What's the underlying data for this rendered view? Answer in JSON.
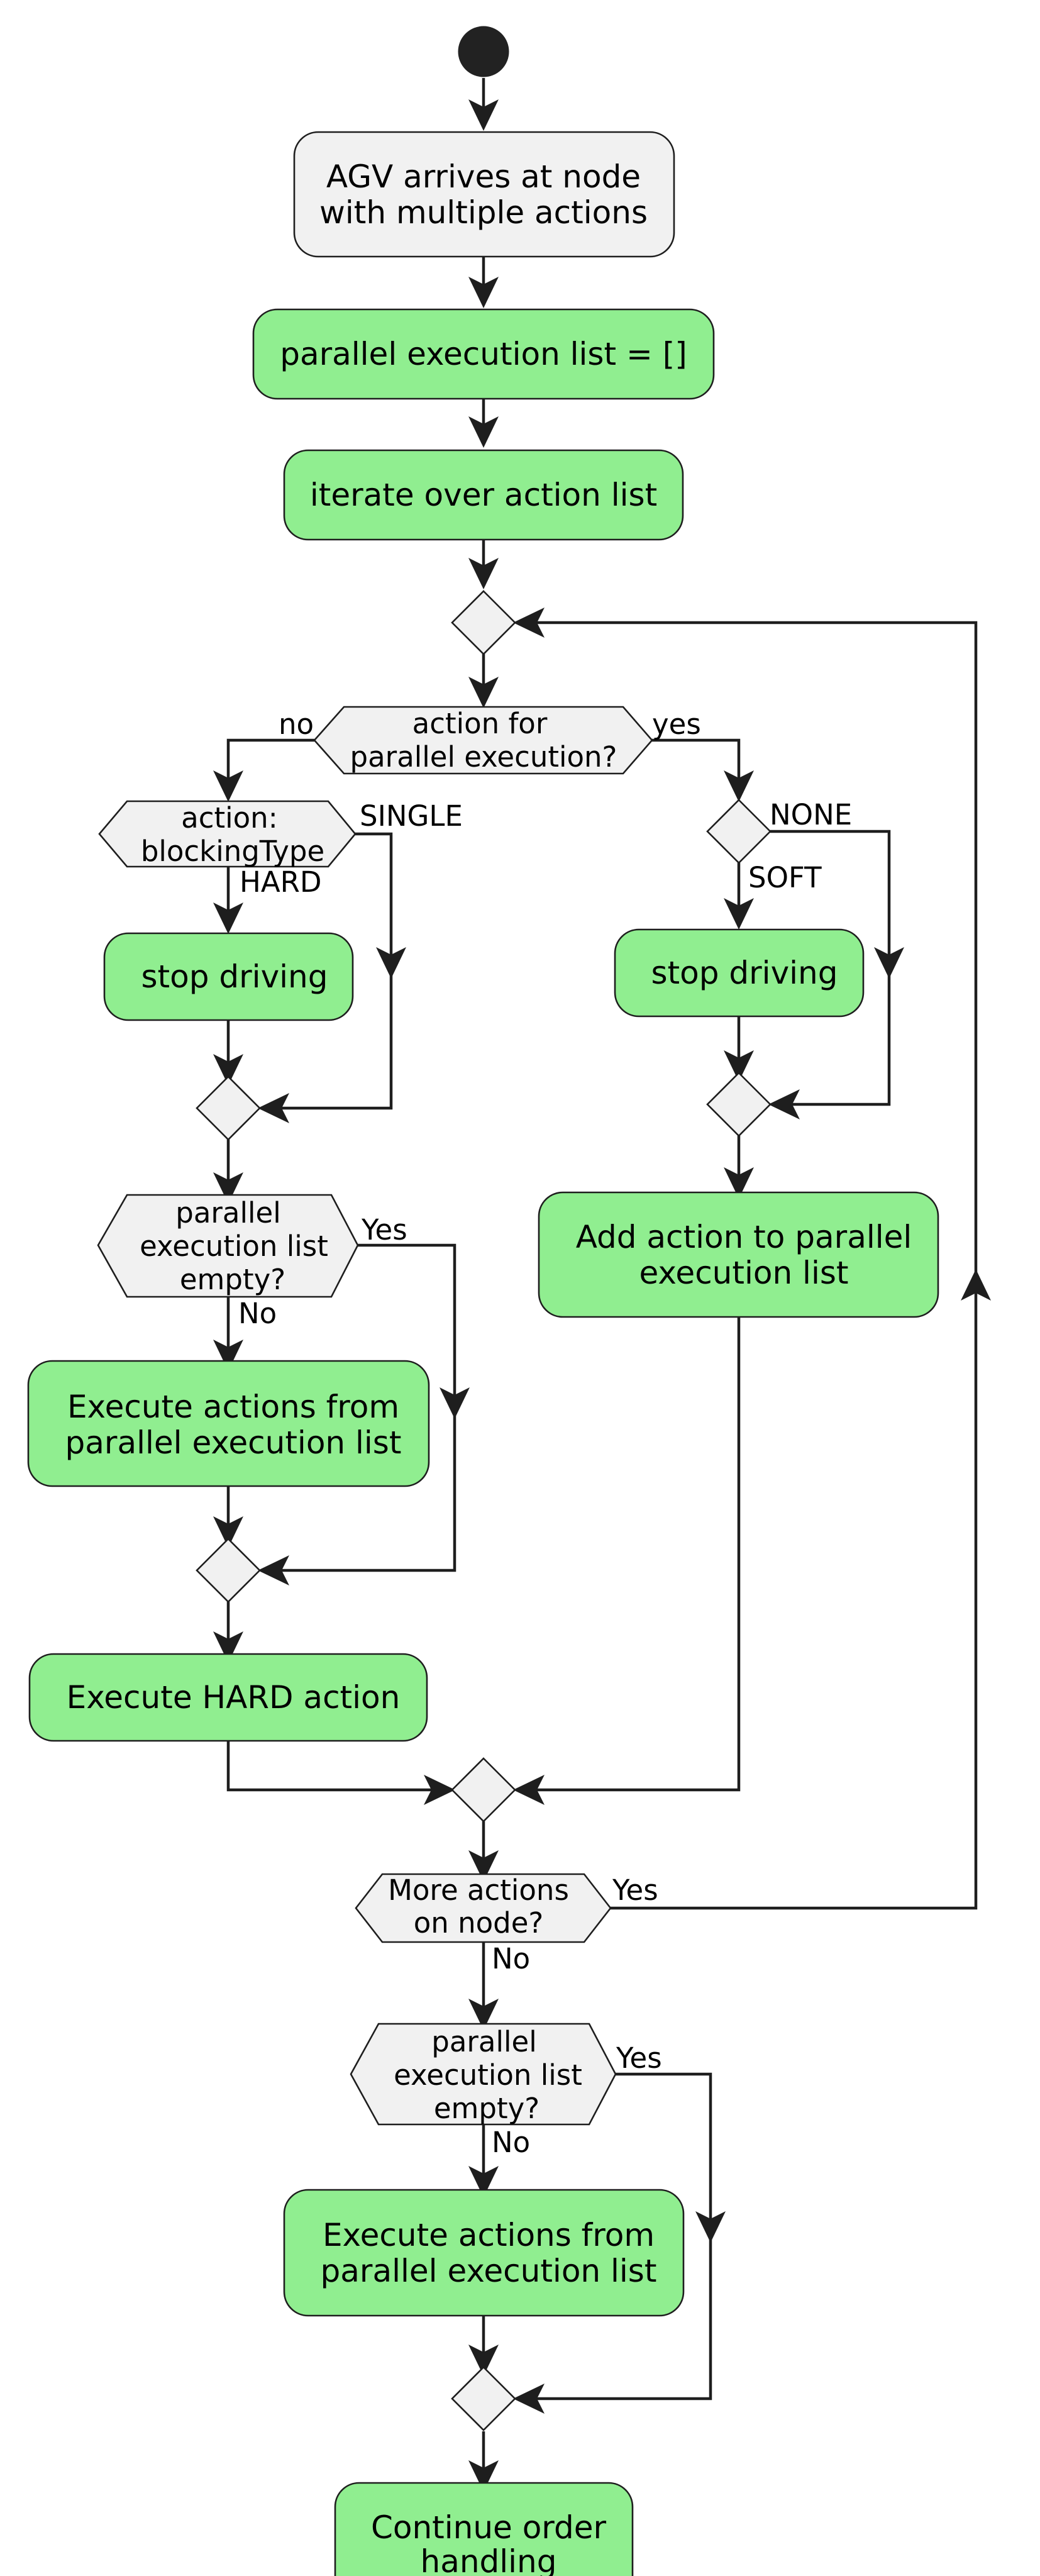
{
  "diagram": {
    "nodes": {
      "arrive": [
        "AGV arrives at node",
        "with multiple actions"
      ],
      "init_list": [
        "parallel execution list = []"
      ],
      "iterate": [
        "iterate over action list"
      ],
      "q_parallel": [
        "action for",
        "parallel execution?"
      ],
      "q_blocking": [
        "action:",
        "blockingType"
      ],
      "stop_left": [
        "stop driving"
      ],
      "stop_right": [
        "stop driving"
      ],
      "q_empty_left": [
        "parallel",
        "execution list",
        "empty?"
      ],
      "exec_left": [
        "Execute actions from",
        "parallel execution list"
      ],
      "add_action": [
        "Add action to parallel",
        "execution list"
      ],
      "exec_hard": [
        "Execute HARD action"
      ],
      "q_more": [
        "More actions",
        "on node?"
      ],
      "q_empty_bottom": [
        "parallel",
        "execution list",
        "empty?"
      ],
      "exec_bottom": [
        "Execute actions from",
        "parallel execution list"
      ],
      "continue": [
        "Continue order",
        "handling"
      ]
    },
    "labels": {
      "no": "no",
      "yes": "yes",
      "single": "SINGLE",
      "hard": "HARD",
      "none": "NONE",
      "soft": "SOFT",
      "left_empty_yes": "Yes",
      "left_empty_no": "No",
      "more_yes": "Yes",
      "more_no": "No",
      "bottom_empty_yes": "Yes",
      "bottom_empty_no": "No"
    }
  }
}
